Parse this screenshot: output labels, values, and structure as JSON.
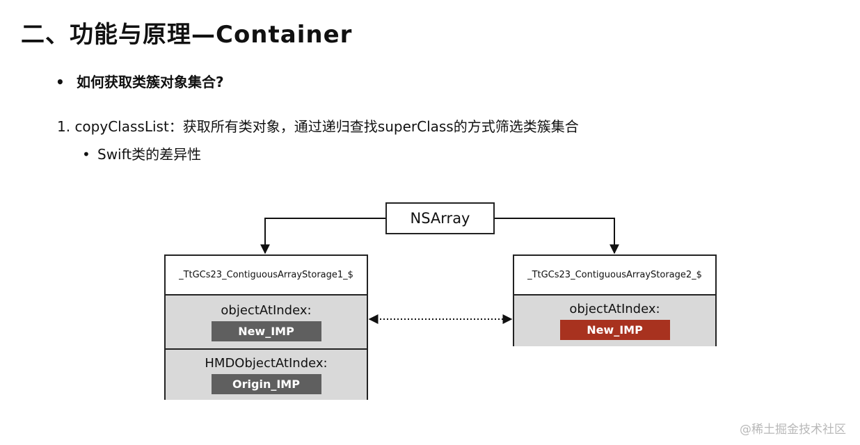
{
  "slide": {
    "title": "二、功能与原理—Container",
    "bullet_dot": "•",
    "bullet1": "如何获取类簇对象集合?",
    "step1": "1. copyClassList：获取所有类对象，通过递归查找superClass的方式筛选类簇集合",
    "bullet2": "Swift类的差异性"
  },
  "diagram": {
    "root": "NSArray",
    "left_class": {
      "name": "_TtGCs23_ContiguousArrayStorage1_$",
      "method1_label": "objectAtIndex:",
      "method1_imp": "New_IMP",
      "method2_label": "HMDObjectAtIndex:",
      "method2_imp": "Origin_IMP"
    },
    "right_class": {
      "name": "_TtGCs23_ContiguousArrayStorage2_$",
      "method1_label": "objectAtIndex:",
      "method1_imp": "New_IMP"
    },
    "colors": {
      "imp_gray": "#5f5f5f",
      "imp_red": "#a8321f",
      "section_bg": "#d9d9d9"
    }
  },
  "watermark": "@稀土掘金技术社区"
}
